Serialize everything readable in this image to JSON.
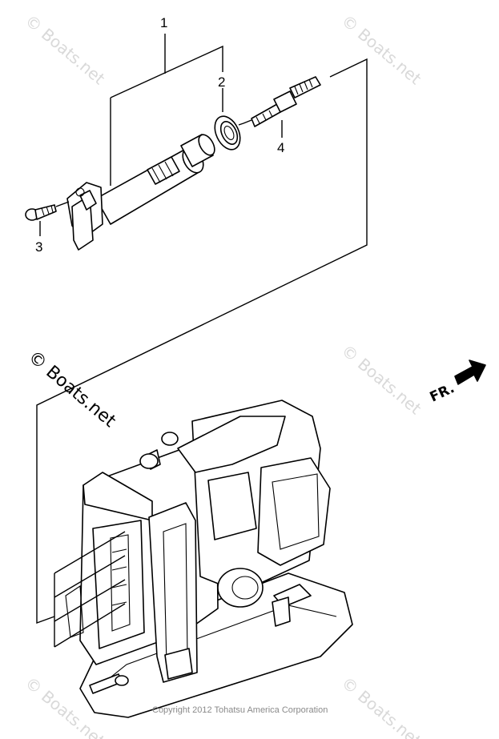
{
  "diagram": {
    "callouts": [
      {
        "id": "1",
        "text": "1"
      },
      {
        "id": "2",
        "text": "2"
      },
      {
        "id": "3",
        "text": "3"
      },
      {
        "id": "4",
        "text": "4"
      }
    ],
    "direction_label": "FR.",
    "watermark_main": "© Boats.net",
    "watermark_faint": "© Boats.net",
    "copyright": "Copyright 2012 Tohatsu America Corporation"
  }
}
